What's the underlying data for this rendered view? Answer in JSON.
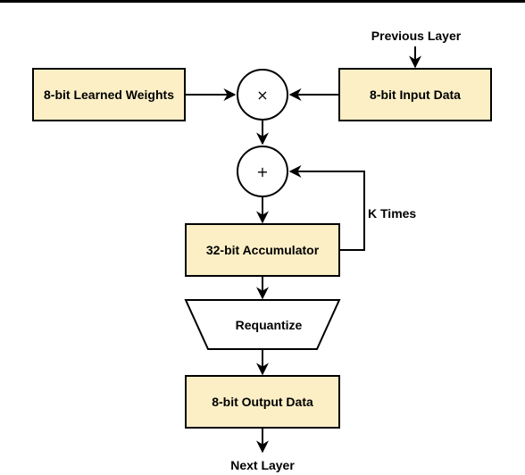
{
  "diagram": {
    "labels": {
      "previous_layer": "Previous Layer",
      "learned_weights": "8-bit Learned Weights",
      "input_data": "8-bit Input Data",
      "multiply_symbol": "×",
      "add_symbol": "+",
      "k_times": "K Times",
      "accumulator": "32-bit Accumulator",
      "requantize": "Requantize",
      "output_data": "8-bit Output Data",
      "next_layer": "Next Layer"
    },
    "colors": {
      "box_fill": "#fcefc6",
      "stroke": "#000000"
    }
  }
}
